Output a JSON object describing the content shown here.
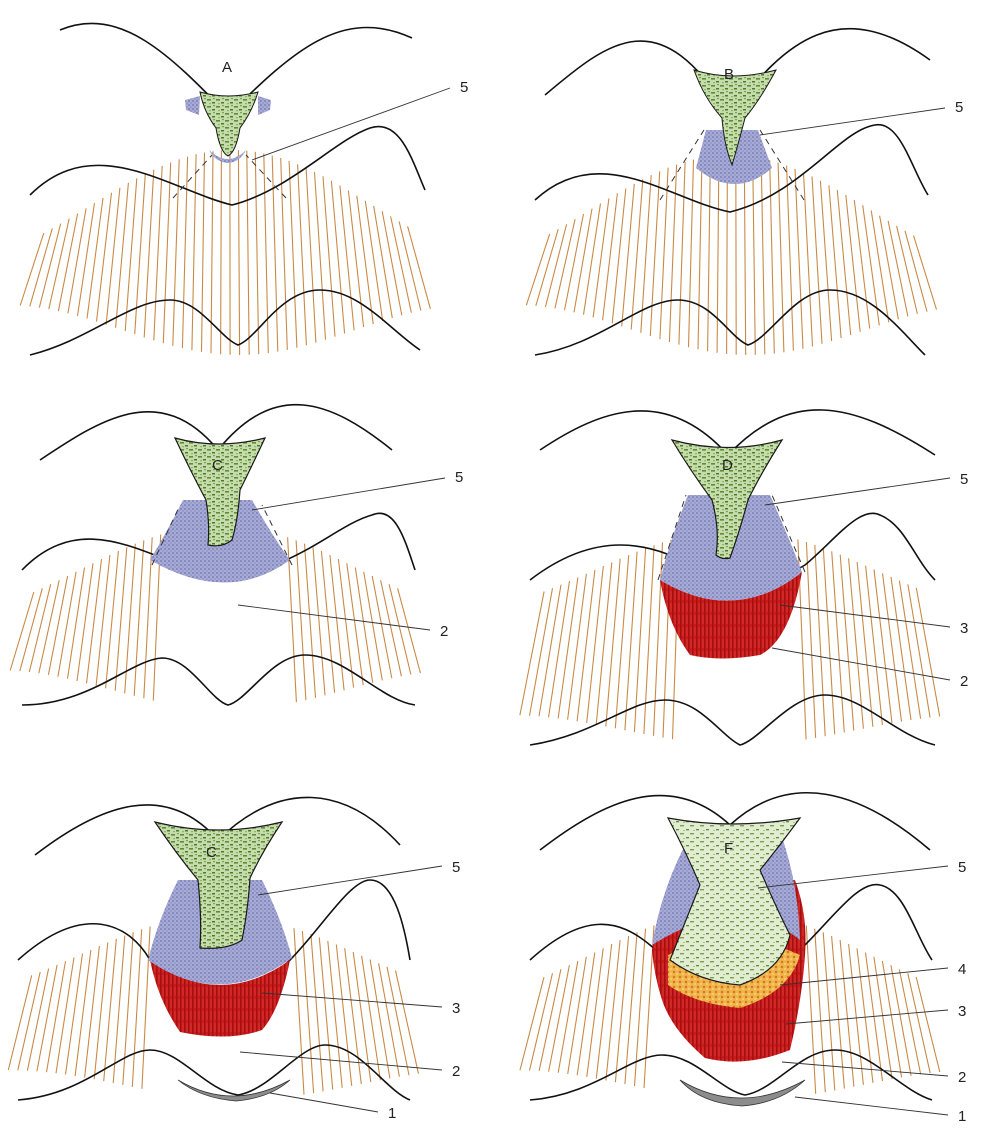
{
  "figure": {
    "colors": {
      "tubule": "#c98a47",
      "fluid": "#6e9a3a",
      "fluid_light": "#b8d294",
      "zone5": "#9ea3cf",
      "zone5_dark": "#5f63a8",
      "zone3": "#c8191a",
      "zone4": "#e8a23a",
      "zone1": "#8c8c8c",
      "outline": "#111111"
    },
    "panels": [
      {
        "label": "A",
        "tissue": "fibre-both",
        "pocket": "tiny",
        "callouts": [
          "5"
        ]
      },
      {
        "label": "B",
        "tissue": "fibre-both",
        "pocket": "small",
        "callouts": [
          "5"
        ]
      },
      {
        "label": "C",
        "tissue": "fibre-sides",
        "pocket": "medium",
        "callouts": [
          "5",
          "2"
        ]
      },
      {
        "label": "D",
        "tissue": "fibre-sides",
        "pocket": "large",
        "callouts": [
          "5",
          "3",
          "2"
        ]
      },
      {
        "label": "C",
        "tissue": "fibre-sides",
        "pocket": "larger",
        "callouts": [
          "5",
          "3",
          "2",
          "1"
        ]
      },
      {
        "label": "F",
        "tissue": "fibre-sides",
        "pocket": "largest",
        "callouts": [
          "5",
          "4",
          "3",
          "2",
          "1"
        ]
      }
    ]
  }
}
